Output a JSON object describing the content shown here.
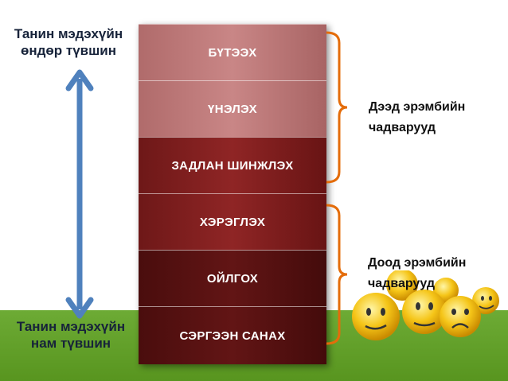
{
  "left_labels": {
    "top": "Танин мэдэхүйн өндөр түвшин",
    "bottom": "Танин мэдэхүйн нам түвшин"
  },
  "tiers": [
    "БҮТЭЭХ",
    "ҮНЭЛЭХ",
    "ЗАДЛАН ШИНЖЛЭХ",
    "ХЭРЭГЛЭХ",
    "ОЙЛГОХ",
    "СЭРГЭЭН САНАХ"
  ],
  "groups": {
    "upper": "Дээд эрэмбийн чадварууд",
    "lower": "Доод эрэмбийн чадварууд"
  },
  "colors": {
    "arrow": "#4f81bd",
    "bracket": "#e46c0a",
    "ground": "#6dab35",
    "face": "#f5c518"
  }
}
